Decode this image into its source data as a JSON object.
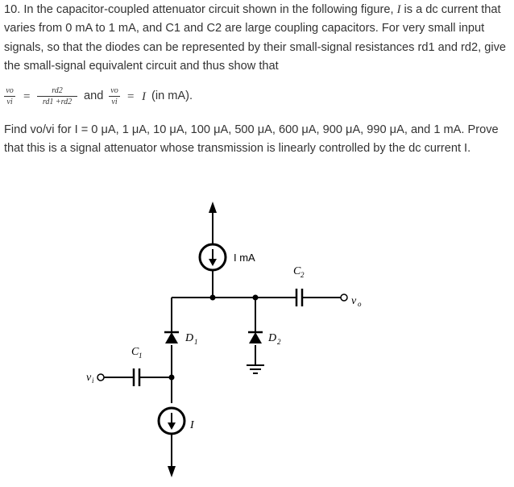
{
  "problem": {
    "intro": "10. In the capacitor-coupled attenuator circuit shown in the following figure, I is a dc current that varies from 0 mA to 1 mA, and C1 and C2 are large coupling capacitors. For very small input signals, so that the diodes can be represented by their small-signal resistances rd1 and rd2, give the small-signal equivalent circuit and thus show that",
    "intro_pre": "10. In the capacitor-coupled attenuator circuit shown in the following figure, ",
    "intro_var": "I",
    "intro_post": " is a dc current that varies from 0 mA to 1 mA, and C1 and C2 are large coupling capacitors. For very small input signals, so that the diodes can be represented by their small-signal resistances rd1 and rd2, give the small-signal equivalent circuit and thus show that",
    "equation": {
      "lhs_num": "vo",
      "lhs_den": "vi",
      "eq_sign": "=",
      "rhs_num": "rd2",
      "rhs_den": "rd1 +rd2",
      "and_text": "and",
      "lhs2_num": "vo",
      "lhs2_den": "vi",
      "eq_sign2": "=",
      "rhs2_var": "I",
      "rhs2_unit": "(in mA)."
    },
    "question": "Find vo/vi for I = 0 μA, 1 μA, 10 μA, 100 μA, 500 μA, 600 μA, 900 μA, 990 μA, and 1 mA. Prove that this is a signal attenuator whose transmission is linearly controlled by the dc current I."
  },
  "circuit": {
    "source_top_label": "I mA",
    "source_bottom_label": "I",
    "cap1_label": "C",
    "cap1_sub": "1",
    "cap2_label": "C",
    "cap2_sub": "2",
    "diode1_label": "D",
    "diode1_sub": "1",
    "diode2_label": "D",
    "diode2_sub": "2",
    "input_label": "v",
    "input_sub": "i",
    "output_label": "v",
    "output_sub": "o"
  }
}
